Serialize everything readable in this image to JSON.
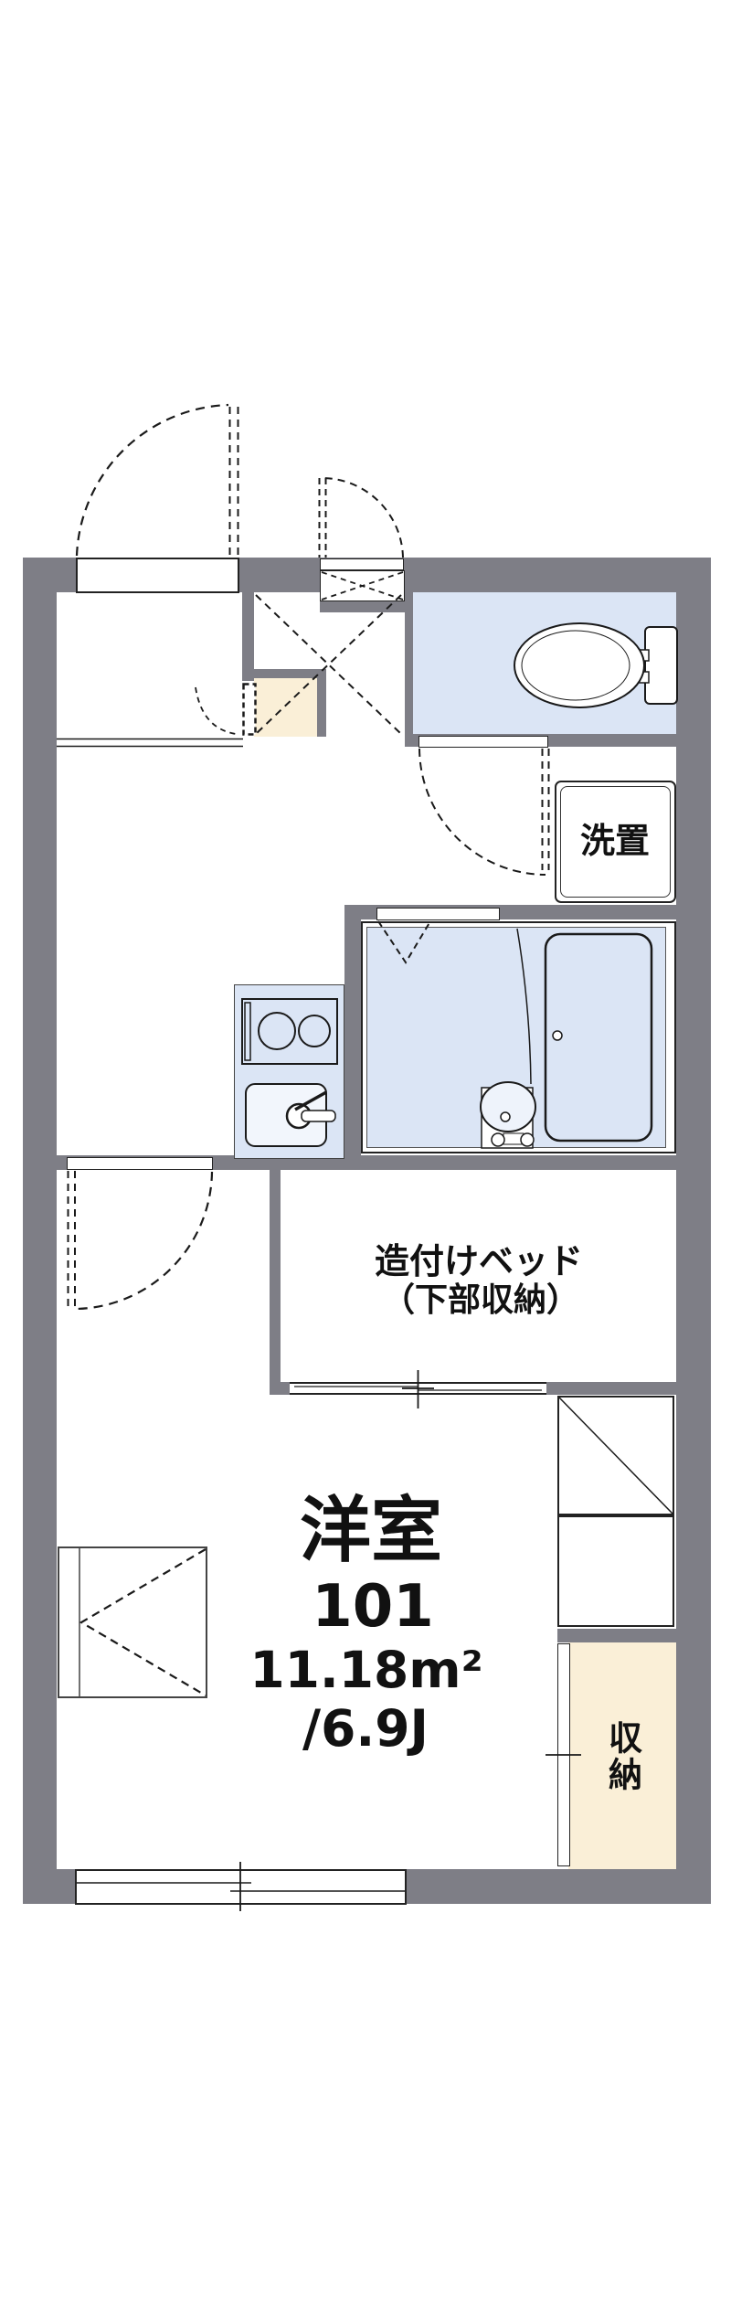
{
  "floorplan": {
    "unit": {
      "room_type_label": "洋室",
      "room_number": "101",
      "area_m2": "11.18m²",
      "area_tatami": "/6.9J"
    },
    "labels": {
      "laundry": "洗置",
      "built_in_bed_line1": "造付けベッド",
      "built_in_bed_line2": "（下部収納）",
      "storage": "収納"
    },
    "colors": {
      "wall": "#7e7e86",
      "fixture_blue": "#dbe5f5",
      "closet_beige": "#faefd7",
      "line": "#1a1a1a"
    }
  }
}
